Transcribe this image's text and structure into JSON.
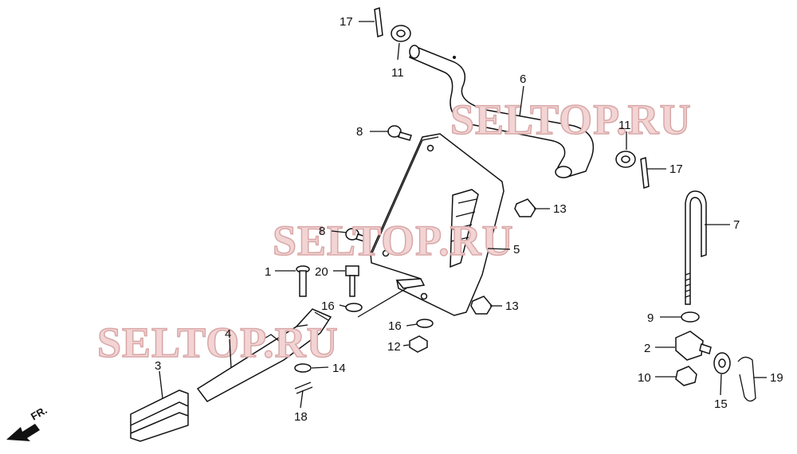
{
  "watermark": "SELTOP.RU",
  "direction_label": "FR.",
  "callouts": [
    {
      "id": "c17a",
      "label": "17"
    },
    {
      "id": "c11a",
      "label": "11"
    },
    {
      "id": "c6",
      "label": "6"
    },
    {
      "id": "c8a",
      "label": "8"
    },
    {
      "id": "c11b",
      "label": "11"
    },
    {
      "id": "c17b",
      "label": "17"
    },
    {
      "id": "c13a",
      "label": "13"
    },
    {
      "id": "c7",
      "label": "7"
    },
    {
      "id": "c8b",
      "label": "8"
    },
    {
      "id": "c5",
      "label": "5"
    },
    {
      "id": "c1",
      "label": "1"
    },
    {
      "id": "c20",
      "label": "20"
    },
    {
      "id": "c16a",
      "label": "16"
    },
    {
      "id": "c13b",
      "label": "13"
    },
    {
      "id": "c9",
      "label": "9"
    },
    {
      "id": "c16b",
      "label": "16"
    },
    {
      "id": "c4",
      "label": "4"
    },
    {
      "id": "c12",
      "label": "12"
    },
    {
      "id": "c2",
      "label": "2"
    },
    {
      "id": "c3",
      "label": "3"
    },
    {
      "id": "c14",
      "label": "14"
    },
    {
      "id": "c10",
      "label": "10"
    },
    {
      "id": "c19",
      "label": "19"
    },
    {
      "id": "c15",
      "label": "15"
    },
    {
      "id": "c18",
      "label": "18"
    }
  ]
}
